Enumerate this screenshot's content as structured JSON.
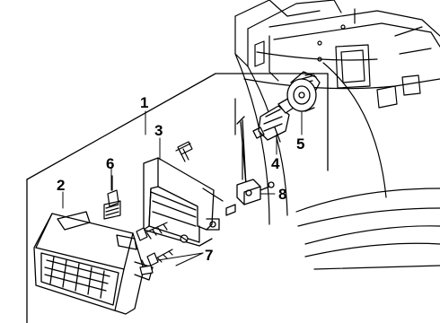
{
  "diagram": {
    "callouts": [
      {
        "id": "1",
        "text": "1"
      },
      {
        "id": "2",
        "text": "2"
      },
      {
        "id": "3",
        "text": "3"
      },
      {
        "id": "4",
        "text": "4"
      },
      {
        "id": "5",
        "text": "5"
      },
      {
        "id": "6",
        "text": "6"
      },
      {
        "id": "7",
        "text": "7"
      },
      {
        "id": "8",
        "text": "8"
      }
    ]
  },
  "colors": {
    "ink": "#000000",
    "paper": "#ffffff"
  }
}
